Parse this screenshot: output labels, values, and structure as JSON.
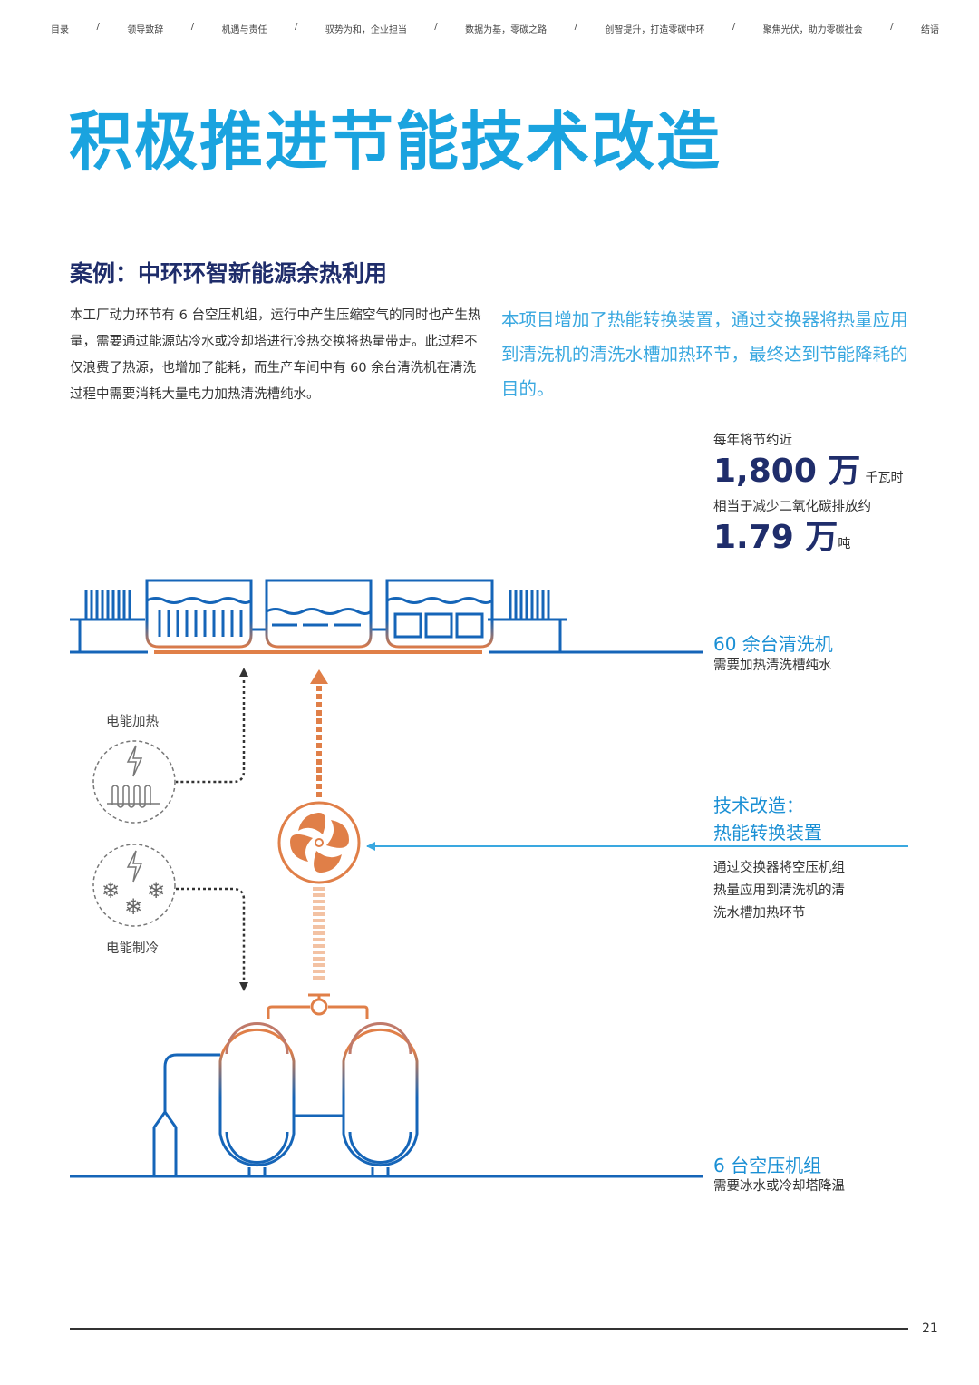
{
  "nav": [
    "目录",
    "/",
    "领导致辞",
    "/",
    "机遇与责任",
    "/",
    "驭势为和，企业担当",
    "/",
    "数据为基，零碳之路",
    "/",
    "创智提升，打造零碳中环",
    "/",
    "聚焦光伏，助力零碳社会",
    "/",
    "结语"
  ],
  "title": "积极推进节能技术改造",
  "case_title": "案例：中环环智新能源余热利用",
  "body": "本工厂动力环节有 6 台空压机组，运行中产生压缩空气的同时也产生热量，需要通过能源站冷水或冷却塔进行冷热交换将热量带走。此过程不仅浪费了热源，也增加了能耗，而生产车间中有 60 余台清洗机在清洗过程中需要消耗大量电力加热清洗槽纯水。",
  "quote": "本项目增加了热能转换装置，通过交换器将热量应用到清洗机的清洗水槽加热环节，最终达到节能降耗的目的。",
  "stats": [
    {
      "label": "每年将节约近",
      "value": "1,800 万",
      "unit": "千瓦时"
    },
    {
      "label": "相当于减少二氧化碳排放约",
      "value": "1.79 万",
      "unit": "吨"
    }
  ],
  "diagram": {
    "washers": {
      "title": "60 余台清洗机",
      "desc": "需要加热清洗槽纯水"
    },
    "tech": {
      "title1": "技术改造：",
      "title2": "热能转换装置",
      "desc": [
        "通过交换器将空压机组",
        "热量应用到清洗机的清",
        "洗水槽加热环节"
      ]
    },
    "compressors": {
      "title": "6 台空压机组",
      "desc": "需要冰水或冷却塔降温"
    },
    "heating": "电能加热",
    "cooling": "电能制冷"
  },
  "colors": {
    "title": "#1aa3df",
    "navy": "#1f2d6b",
    "line": "#1565b8",
    "orange": "#e07f48"
  },
  "page_number": "21"
}
